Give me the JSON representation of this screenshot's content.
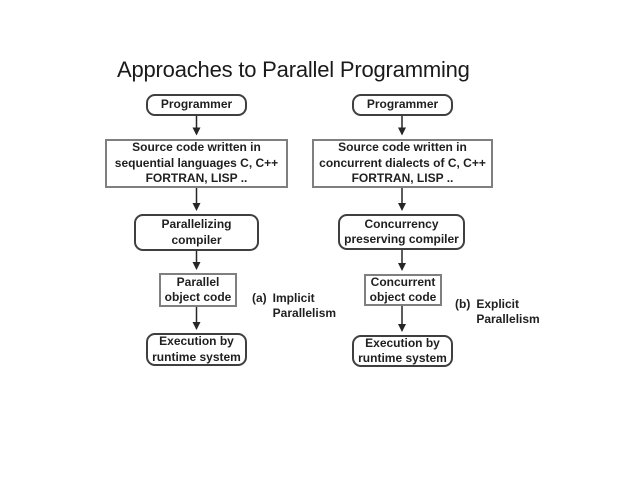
{
  "title": "Approaches to Parallel Programming",
  "diagram": {
    "left": {
      "programmer": "Programmer",
      "source_code": "Source code written in\nsequential languages  C, C++\nFORTRAN, LISP ..",
      "compiler": "Parallelizing\ncompiler",
      "object_code": "Parallel\nobject code",
      "execution": "Execution by\nruntime system",
      "label_prefix": "(a)",
      "label": "Implicit\nParallelism"
    },
    "right": {
      "programmer": "Programmer",
      "source_code": "Source code written in\nconcurrent dialects of C, C++\nFORTRAN, LISP ..",
      "compiler": "Concurrency\npreserving compiler",
      "object_code": "Concurrent\nobject code",
      "execution": "Execution by\nruntime system",
      "label_prefix": "(b)",
      "label": "Explicit\nParallelism"
    },
    "colors": {
      "background": "#ffffff",
      "rect_border": "#7f7f7f",
      "rounded_border": "#3f3f3f",
      "text": "#1f1f1f",
      "arrow": "#262626"
    }
  }
}
